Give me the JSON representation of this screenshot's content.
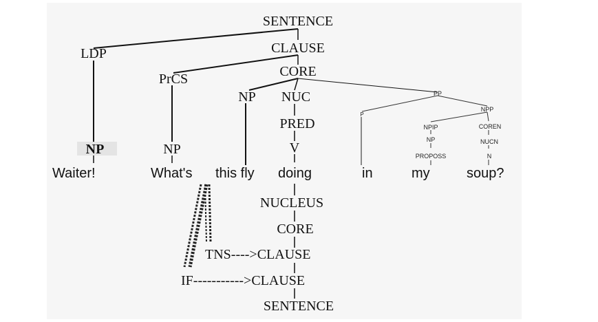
{
  "tree": {
    "upper_nodes": {
      "sentence": "SENTENCE",
      "clause": "CLAUSE",
      "core": "CORE",
      "ldp": "LDP",
      "prcs": "PrCS",
      "np_subject": "NP",
      "nuc": "NUC",
      "pred": "PRED",
      "v": "V",
      "np_ldp": "NP",
      "np_prcs": "NP"
    },
    "pp_branch": {
      "pp": "PP",
      "p": "P",
      "np_p": "NPP",
      "npip": "NPIP",
      "np": "NP",
      "pro_poss": "PROPOSS",
      "core_n": "COREN",
      "nuc_n": "NUCN",
      "n": "N"
    },
    "words": [
      "Waiter!",
      "What's",
      "this fly",
      "doing",
      "in",
      "my",
      "soup?"
    ],
    "operator_nodes": {
      "nucleus": "NUCLEUS",
      "core": "CORE",
      "tns_clause": "TNS---->CLAUSE",
      "if_clause": "IF----------->CLAUSE",
      "sentence": "SENTENCE"
    }
  }
}
